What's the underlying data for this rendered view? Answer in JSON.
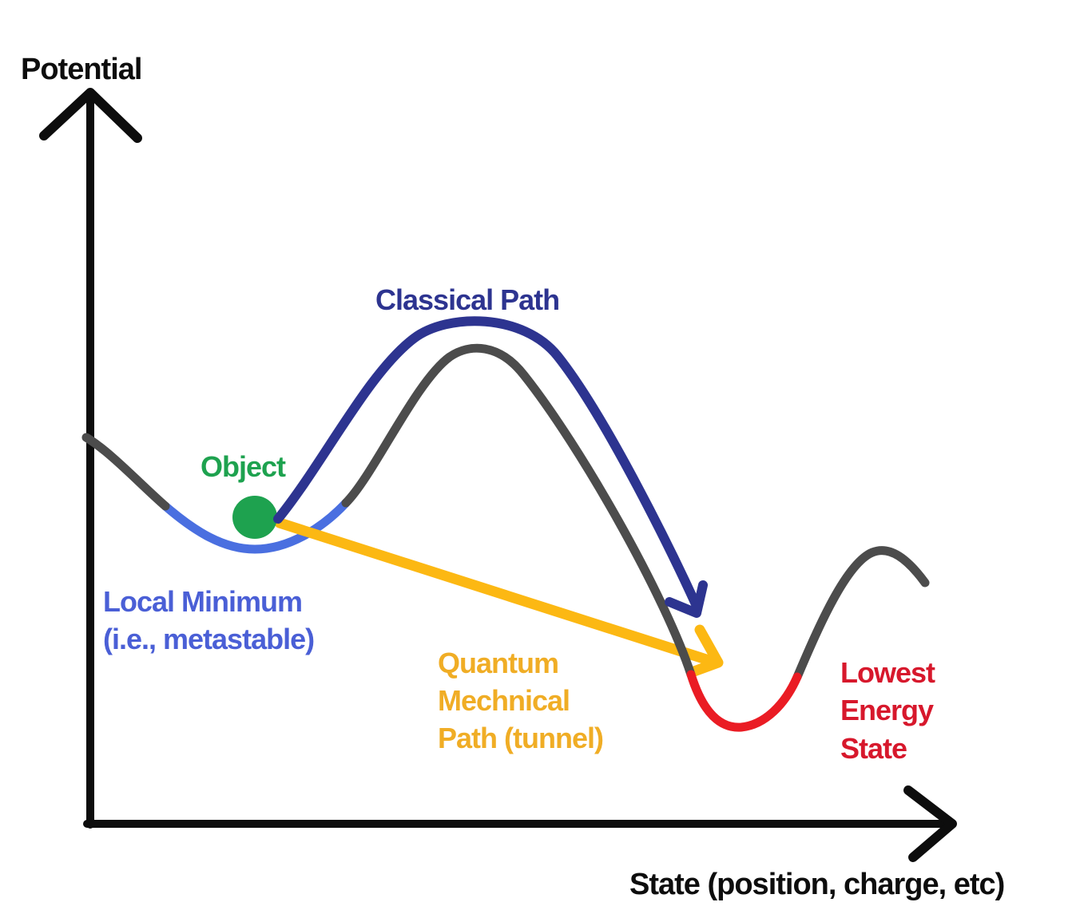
{
  "diagram": {
    "type": "potential-energy-tunneling-diagram",
    "y_axis": "Potential",
    "x_axis": "State (position, charge, etc)",
    "features": [
      {
        "name": "Local Minimum (i.e., metastable)",
        "role": "metastable valley on potential curve"
      },
      {
        "name": "Object",
        "role": "particle sitting in local minimum"
      },
      {
        "name": "Classical Path",
        "role": "arrow going over the potential barrier"
      },
      {
        "name": "Quantum Mechnical Path (tunnel)",
        "role": "straight arrow tunneling through the barrier"
      },
      {
        "name": "Lowest Energy State",
        "role": "global minimum well of potential curve"
      }
    ]
  },
  "labels": {
    "potential": "Potential",
    "state_axis": "State (position, charge, etc)",
    "classical_path": "Classical Path",
    "object": "Object",
    "local_minimum_line1": "Local Minimum",
    "local_minimum_line2": "(i.e., metastable)",
    "quantum_line1": "Quantum",
    "quantum_line2": "Mechnical",
    "quantum_line3": "Path (tunnel)",
    "lowest_line1": "Lowest",
    "lowest_line2": "Energy",
    "lowest_line3": "State"
  },
  "colors": {
    "axis_black": "#0d0d0d",
    "curve_gray": "#4c4c4c",
    "classical_navy": "#2d3490",
    "metastable_blue_curve": "#4a6fe0",
    "metastable_blue_text": "#4a5fd6",
    "object_green": "#1ea24f",
    "tunnel_gold_arrow": "#fcb813",
    "tunnel_gold_text": "#f0ad25",
    "lowest_red_curve": "#ea1c24",
    "lowest_red_text": "#d7182c"
  }
}
